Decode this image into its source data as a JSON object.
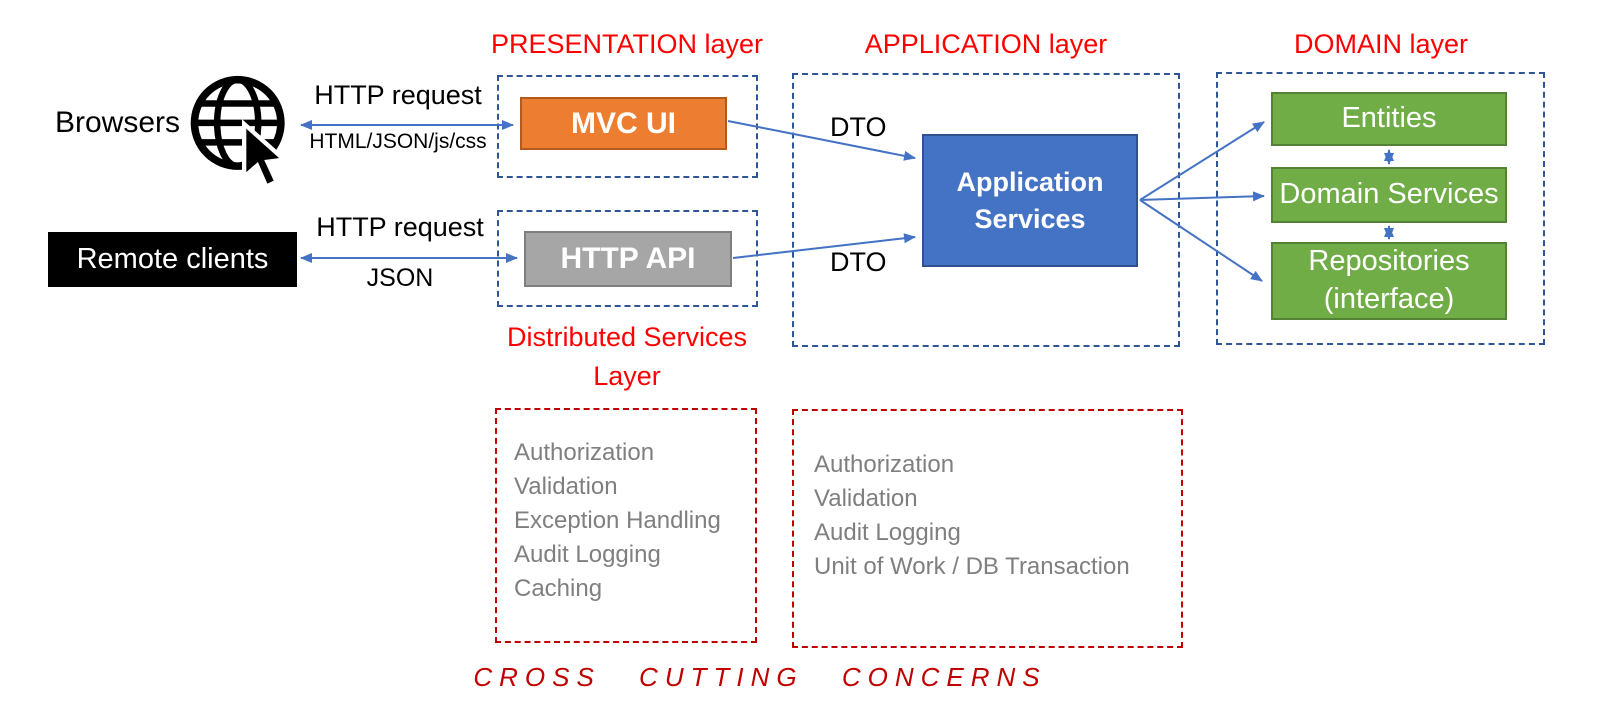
{
  "titles": {
    "presentation": "PRESENTATION layer",
    "application": "APPLICATION layer",
    "domain": "DOMAIN layer",
    "distributed_line1": "Distributed Services",
    "distributed_line2": "Layer"
  },
  "nodes": {
    "browsers": "Browsers",
    "remote_clients": "Remote clients",
    "mvc_ui": "MVC UI",
    "http_api": "HTTP API",
    "application_services": "Application Services",
    "entities": "Entities",
    "domain_services": "Domain Services",
    "repositories": "Repositories (interface)"
  },
  "edges": {
    "browser_http_label": "HTTP request",
    "browser_http_sublabel": "HTML/JSON/js/css",
    "remote_http_label": "HTTP request",
    "remote_http_sublabel": "JSON",
    "dto_top": "DTO",
    "dto_bottom": "DTO"
  },
  "concerns": {
    "distributed_services_box": [
      "Authorization",
      "Validation",
      "Exception Handling",
      "Audit Logging",
      "Caching"
    ],
    "application_box": [
      "Authorization",
      "Validation",
      "Audit Logging",
      "Unit of Work / DB Transaction"
    ],
    "footer": "CROSS CUTTING CONCERNS"
  },
  "icons": {
    "globe": "globe-with-cursor"
  },
  "colors": {
    "layer_title_red": "#FF0000",
    "dashed_red": "#C00000",
    "dashed_blue": "#2F5597",
    "arrow_blue": "#4472C4",
    "mvc_orange": "#ED7D31",
    "http_api_gray": "#A6A6A6",
    "app_services_blue": "#4472C4",
    "domain_green": "#70AD47",
    "concern_text_gray": "#7F7F7F",
    "remote_clients_black": "#000000"
  }
}
